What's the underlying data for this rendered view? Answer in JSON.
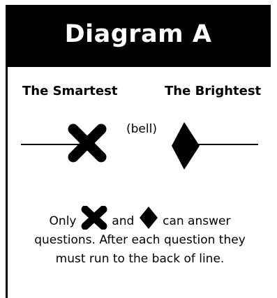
{
  "header": {
    "title": "Diagram A"
  },
  "labels": {
    "left": "The Smartest",
    "right": "The Brightest",
    "bell": "(bell)"
  },
  "caption": {
    "part1": "Only",
    "part2": "and",
    "part3": "can answer",
    "line2": "questions. After each question they",
    "line3": "must run to the back of line."
  },
  "icons": [
    "x-mark-icon",
    "diamond-icon"
  ],
  "colors": {
    "ink": "#000000",
    "background": "#ffffff"
  }
}
